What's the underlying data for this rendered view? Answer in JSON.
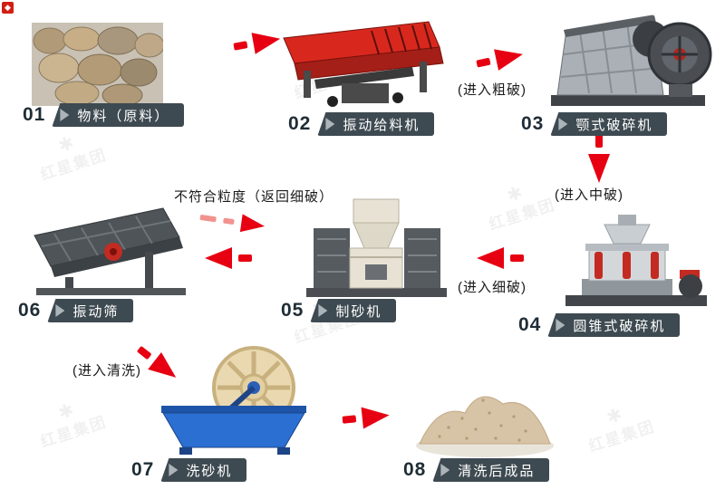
{
  "steps": [
    {
      "num": "01",
      "label": "物料（原料）"
    },
    {
      "num": "02",
      "label": "振动给料机"
    },
    {
      "num": "03",
      "label": "颚式破碎机"
    },
    {
      "num": "04",
      "label": "圆锥式破碎机"
    },
    {
      "num": "05",
      "label": "制砂机"
    },
    {
      "num": "06",
      "label": "振动筛"
    },
    {
      "num": "07",
      "label": "洗砂机"
    },
    {
      "num": "08",
      "label": "清洗后成品"
    }
  ],
  "annotations": {
    "coarse": "(进入粗破)",
    "medium": "(进入中破)",
    "fine": "(进入细破)",
    "return_note": "不符合粒度（返回细破）",
    "wash": "(进入清洗)"
  },
  "watermark": {
    "text": "红星集团",
    "logo": "✱"
  },
  "corner_logo": "◆",
  "colors": {
    "arrow": "#e60012",
    "arrow_dashed": "#f2928e",
    "banner": "#3e4a51",
    "number": "#1f2d36",
    "annotation": "#1a1a1a"
  }
}
